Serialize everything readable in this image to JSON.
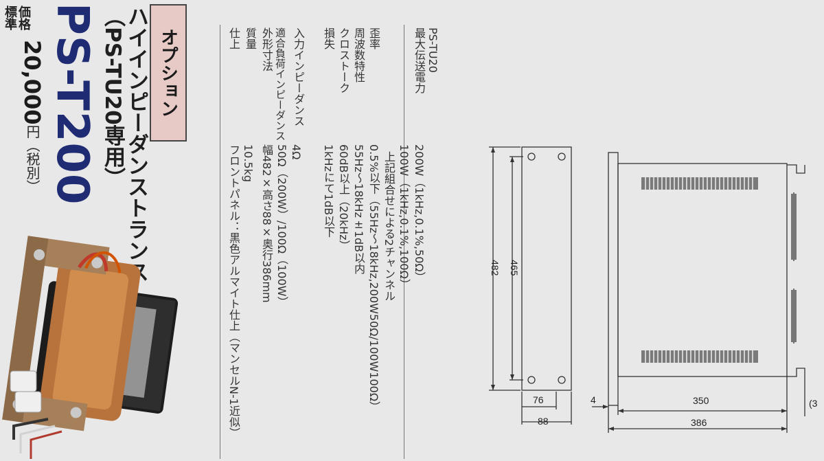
{
  "left": {
    "price_label_1": "標準",
    "price_label_2": "価格",
    "price_value": "20,000",
    "price_unit": "円（税別）",
    "model": "PS-T200",
    "title_line1": "ハイインピーダンストランス",
    "title_line2": "（PS-TU20専用）",
    "option_badge": "オプション"
  },
  "spec": {
    "heading": "PS-TU20",
    "rows": [
      {
        "label": "最大伝送電力",
        "lines": [
          "200W（1kHz,0.1%,50Ω）",
          "100W（1kHz,0.1%,100Ω）",
          "上記組合せによる2チャンネル"
        ]
      },
      {
        "label": "歪率",
        "lines": [
          "0.5%以下（55Hz〜18kHz,200W50Ω/100W100Ω）"
        ]
      },
      {
        "label": "周波数特性",
        "lines": [
          "55Hz〜18kHz±1dB以内"
        ]
      },
      {
        "label": "クロストーク",
        "lines": [
          "60dB以上（20kHz）"
        ]
      },
      {
        "label": "損失",
        "lines": [
          "1kHzにて1dB以下"
        ]
      },
      {
        "label": "入力インピーダンス",
        "lines": [
          "4Ω"
        ]
      },
      {
        "label": "適合負荷インピーダンス",
        "lines": [
          "50Ω（200W）/100Ω（100W）"
        ]
      },
      {
        "label": "外形寸法",
        "lines": [
          "幅482×高さ88×奥行386mm"
        ]
      },
      {
        "label": "質量",
        "lines": [
          "10.5kg"
        ]
      },
      {
        "label": "仕上",
        "lines": [
          "フロントパネル：黒色アルマイト仕上（マンセルN-1近似）"
        ]
      }
    ]
  },
  "drawing": {
    "dim_465": "465",
    "dim_482": "482",
    "dim_76": "76",
    "dim_88": "88",
    "dim_4": "4",
    "dim_350": "350",
    "dim_386": "386",
    "dim_partial": "(3"
  }
}
